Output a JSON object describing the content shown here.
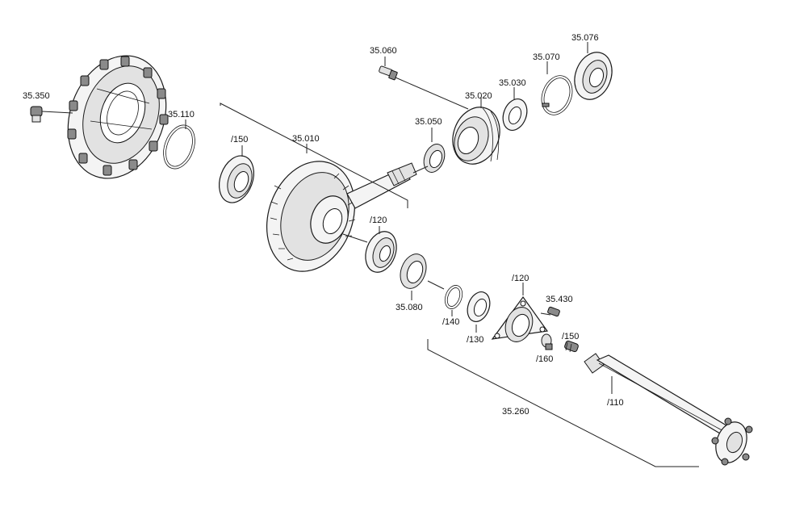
{
  "labels": {
    "l_35350": "35.350",
    "l_35110": "35.110",
    "l_150a": "/150",
    "l_35010": "35.010",
    "l_35060": "35.060",
    "l_35050": "35.050",
    "l_35020": "35.020",
    "l_35030": "35.030",
    "l_35070": "35.070",
    "l_35076": "35.076",
    "l_120a": "/120",
    "l_35080": "35.080",
    "l_140": "/140",
    "l_130": "/130",
    "l_120b": "/120",
    "l_35430": "35.430",
    "l_150b": "/150",
    "l_160": "/160",
    "l_110": "/110",
    "l_35260": "35.260"
  }
}
